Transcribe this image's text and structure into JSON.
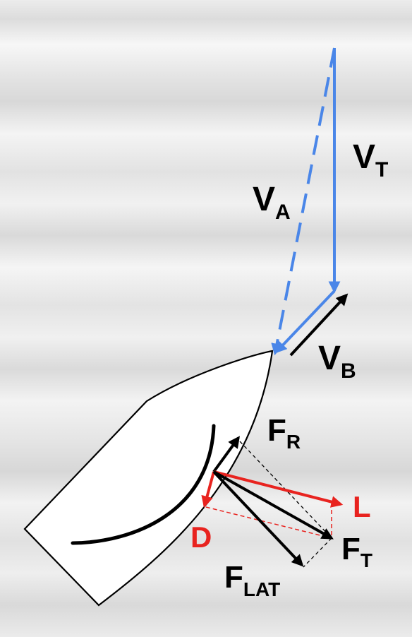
{
  "colors": {
    "wind": "#4a86e8",
    "black": "#000000",
    "red": "#e8231f"
  },
  "labels": {
    "vt": {
      "main": "V",
      "sub": "T"
    },
    "va": {
      "main": "V",
      "sub": "A"
    },
    "vb": {
      "main": "V",
      "sub": "B"
    },
    "fr": {
      "main": "F",
      "sub": "R"
    },
    "l": {
      "main": "L"
    },
    "d": {
      "main": "D"
    },
    "ft": {
      "main": "F",
      "sub": "T"
    },
    "flat": {
      "main": "F",
      "sub": "LAT"
    }
  }
}
